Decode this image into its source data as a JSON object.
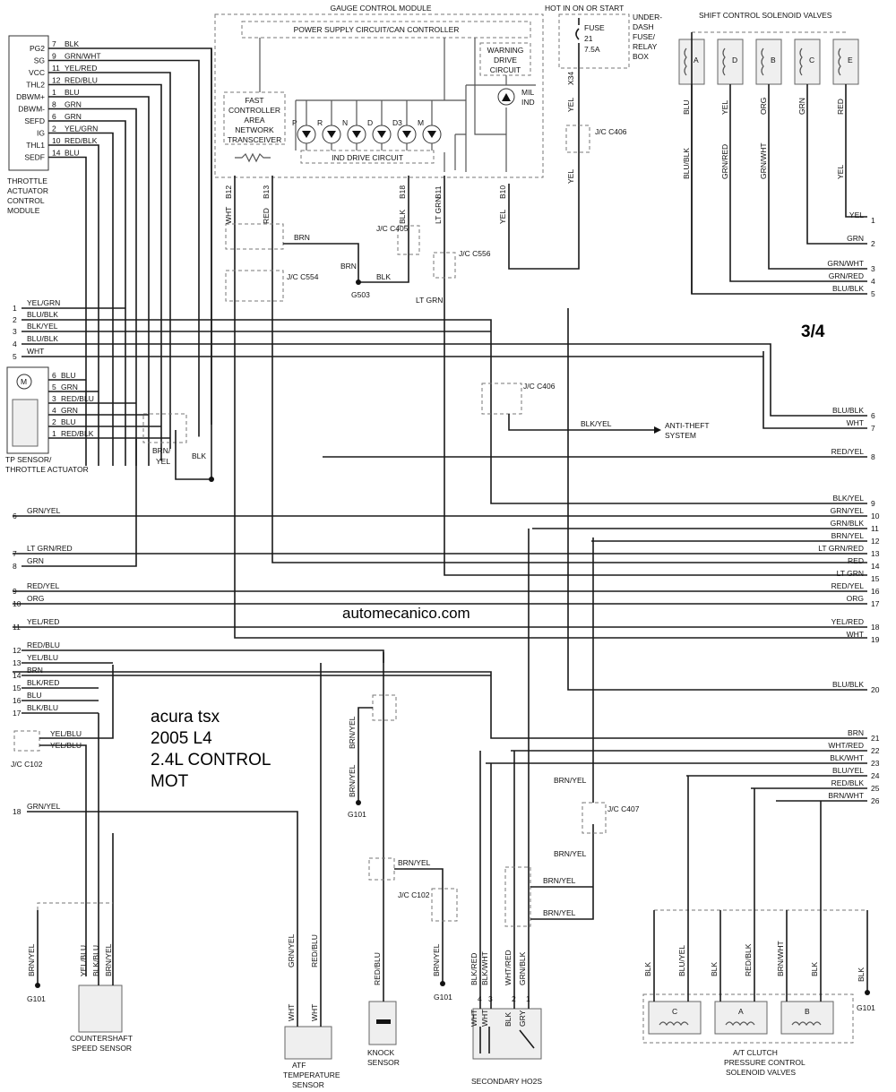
{
  "page": {
    "label": "3/4",
    "watermark": "automecanico.com",
    "caption": [
      "acura tsx",
      "2005 L4",
      "2.4L CONTROL",
      "MOT"
    ]
  },
  "tac": {
    "title": [
      "THROTTLE",
      "ACTUATOR",
      "CONTROL",
      "MODULE"
    ],
    "pins": [
      {
        "name": "PG2",
        "num": "7",
        "color": "BLK"
      },
      {
        "name": "SG",
        "num": "9",
        "color": "GRN/WHT"
      },
      {
        "name": "VCC",
        "num": "11",
        "color": "YEL/RED"
      },
      {
        "name": "THL2",
        "num": "12",
        "color": "RED/BLU"
      },
      {
        "name": "DBWM+",
        "num": "1",
        "color": "BLU"
      },
      {
        "name": "DBWM-",
        "num": "8",
        "color": "GRN"
      },
      {
        "name": "SEFD",
        "num": "6",
        "color": "GRN"
      },
      {
        "name": "IG",
        "num": "2",
        "color": "YEL/GRN"
      },
      {
        "name": "THL1",
        "num": "10",
        "color": "RED/BLK"
      },
      {
        "name": "SEDF",
        "num": "14",
        "color": "BLU"
      }
    ]
  },
  "gcm": {
    "title": "GAUGE CONTROL MODULE",
    "psu": "POWER SUPPLY CIRCUIT/CAN CONTROLLER",
    "can": [
      "FAST",
      "CONTROLLER",
      "AREA",
      "NETWORK",
      "TRANSCEIVER"
    ],
    "wdc": [
      "WARNING",
      "DRIVE",
      "CIRCUIT"
    ],
    "mil": [
      "MIL",
      "IND"
    ],
    "leds": [
      "P",
      "R",
      "N",
      "D",
      "D3",
      "M"
    ],
    "ind": "IND DRIVE CIRCUIT",
    "pins": [
      {
        "pin": "B12",
        "color": "WHT"
      },
      {
        "pin": "B13",
        "color": "RED"
      },
      {
        "pin": "B18",
        "color": "BLK"
      },
      {
        "pin": "B11",
        "color": "LT GRN"
      },
      {
        "pin": "B10",
        "color": "YEL"
      }
    ]
  },
  "fuse": {
    "header": "HOT IN ON OR START",
    "name": "FUSE",
    "num": "21",
    "amps": "7.5A",
    "box": [
      "UNDER-",
      "DASH",
      "FUSE/",
      "RELAY",
      "BOX"
    ],
    "pin": "X34",
    "wire": "YEL"
  },
  "jc": {
    "c406": "J/C C406",
    "c405": "J/C C405",
    "c556": "J/C C556",
    "c554": "J/C C554",
    "c406b": "J/C C406",
    "c102": "J/C C102",
    "c102b": "J/C C102",
    "c407": "J/C C407"
  },
  "wires": {
    "brn": "BRN",
    "blk": "BLK",
    "ltgrn": "LT GRN",
    "brnyel": "BRN/ YEL",
    "g503": "G503",
    "g101": "G101",
    "blkyel": "BLK/YEL",
    "antitheft": [
      "ANTI-THEFT",
      "SYSTEM"
    ]
  },
  "solenoids": {
    "title": "SHIFT CONTROL SOLENOID VALVES",
    "letters": [
      "A",
      "D",
      "B",
      "C",
      "E"
    ],
    "colors": [
      "BLU",
      "YEL",
      "ORG",
      "GRN",
      "RED"
    ],
    "lower": [
      "BLU/BLK",
      "GRN/RED",
      "GRN/WHT",
      "",
      "YEL"
    ]
  },
  "right_pins": [
    {
      "n": "1",
      "c": "YEL"
    },
    {
      "n": "2",
      "c": "GRN"
    },
    {
      "n": "3",
      "c": "GRN/WHT"
    },
    {
      "n": "4",
      "c": "GRN/RED"
    },
    {
      "n": "5",
      "c": "BLU/BLK"
    },
    {
      "n": "6",
      "c": "BLU/BLK"
    },
    {
      "n": "7",
      "c": "WHT"
    },
    {
      "n": "8",
      "c": "RED/YEL"
    },
    {
      "n": "9",
      "c": "BLK/YEL"
    },
    {
      "n": "10",
      "c": "GRN/YEL"
    },
    {
      "n": "11",
      "c": "GRN/BLK"
    },
    {
      "n": "12",
      "c": "BRN/YEL"
    },
    {
      "n": "13",
      "c": "LT GRN/RED"
    },
    {
      "n": "14",
      "c": "RED"
    },
    {
      "n": "15",
      "c": "LT GRN"
    },
    {
      "n": "16",
      "c": "RED/YEL"
    },
    {
      "n": "17",
      "c": "ORG"
    },
    {
      "n": "18",
      "c": "YEL/RED"
    },
    {
      "n": "19",
      "c": "WHT"
    },
    {
      "n": "20",
      "c": "BLU/BLK"
    },
    {
      "n": "21",
      "c": "BRN"
    },
    {
      "n": "22",
      "c": "WHT/RED"
    },
    {
      "n": "23",
      "c": "BLK/WHT"
    },
    {
      "n": "24",
      "c": "BLU/YEL"
    },
    {
      "n": "25",
      "c": "RED/BLK"
    },
    {
      "n": "26",
      "c": "BRN/WHT"
    }
  ],
  "left_pins": [
    {
      "n": "1",
      "c": "YEL/GRN"
    },
    {
      "n": "2",
      "c": "BLU/BLK"
    },
    {
      "n": "3",
      "c": "BLK/YEL"
    },
    {
      "n": "4",
      "c": "BLU/BLK"
    },
    {
      "n": "5",
      "c": "WHT"
    },
    {
      "n": "6",
      "c": "GRN/YEL"
    },
    {
      "n": "7",
      "c": "LT GRN/RED"
    },
    {
      "n": "8",
      "c": "GRN"
    },
    {
      "n": "9",
      "c": "RED/YEL"
    },
    {
      "n": "10",
      "c": "ORG"
    },
    {
      "n": "11",
      "c": "YEL/RED"
    },
    {
      "n": "12",
      "c": "RED/BLU"
    },
    {
      "n": "13",
      "c": "YEL/BLU"
    },
    {
      "n": "14",
      "c": "BRN"
    },
    {
      "n": "15",
      "c": "BLK/RED"
    },
    {
      "n": "16",
      "c": "BLU"
    },
    {
      "n": "17",
      "c": "BLK/BLU"
    },
    {
      "n": "18",
      "c": "GRN/YEL"
    }
  ],
  "tps": {
    "label": [
      "TP SENSOR/",
      "THROTTLE ACTUATOR"
    ],
    "pins": [
      {
        "n": "6",
        "c": "BLU"
      },
      {
        "n": "5",
        "c": "GRN"
      },
      {
        "n": "3",
        "c": "RED/BLU"
      },
      {
        "n": "4",
        "c": "GRN"
      },
      {
        "n": "2",
        "c": "BLU"
      },
      {
        "n": "1",
        "c": "RED/BLK"
      }
    ]
  },
  "c102": {
    "a": "YEL/BLU",
    "b": "YEL/BLU"
  },
  "css": {
    "label": [
      "COUNTERSHAFT",
      "SPEED SENSOR"
    ],
    "wires": [
      "YEL/BLU",
      "BLK/BLU",
      "BRN/YEL"
    ],
    "g": "BRN/YEL"
  },
  "atf": {
    "label": [
      "ATF",
      "TEMPERATURE",
      "SENSOR"
    ],
    "wires": [
      "GRN/YEL",
      "RED/BLU"
    ],
    "pins": [
      "WHT",
      "WHT"
    ]
  },
  "knock": {
    "label": [
      "KNOCK",
      "SENSOR"
    ],
    "wire": "RED/BLU",
    "brnyel": "BRN/YEL"
  },
  "ho2s": {
    "label": "SECONDARY HO2S",
    "wires": [
      "BLK/RED",
      "BLK/WHT",
      "WHT/RED",
      "GRN/BLK"
    ],
    "pins": [
      "4",
      "3",
      "2",
      "1"
    ],
    "inner": [
      "WHT",
      "WHT",
      "BLK",
      "GRY"
    ]
  },
  "atc": {
    "label": [
      "A/T CLUTCH",
      "PRESSURE CONTROL",
      "SOLENOID VALVES"
    ],
    "wires": [
      "BLK",
      "BLU/YEL",
      "BLK",
      "RED/BLK",
      "BRN/WHT",
      "BLK"
    ],
    "valves": [
      "C",
      "A",
      "B"
    ],
    "g": "BLK",
    "g101": "G101"
  }
}
